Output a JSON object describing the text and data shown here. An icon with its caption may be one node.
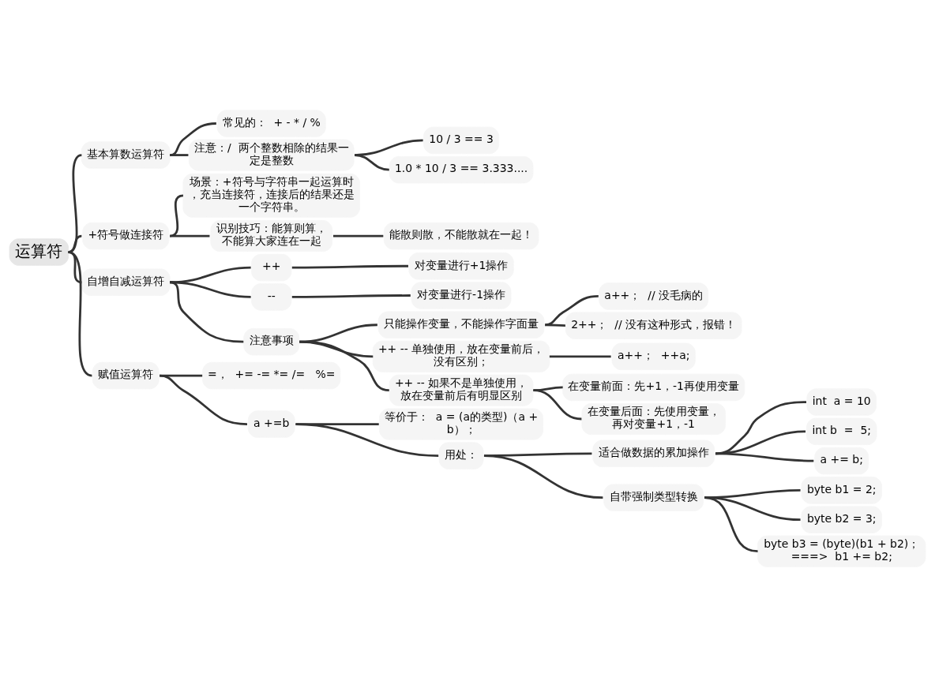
{
  "diagram": {
    "nodes": [
      {
        "text": [
          "运算符"
        ]
      },
      {
        "text": [
          "基本算数运算符"
        ]
      },
      {
        "text": [
          "常见的：  + - * / %"
        ]
      },
      {
        "text": [
          "注意：/  两个整数相除的结果一定是整数"
        ]
      },
      {
        "text": [
          "10 / 3 == 3"
        ]
      },
      {
        "text": [
          "1.0 * 10 / 3 == 3.333...."
        ]
      },
      {
        "text": [
          "+符号做连接符"
        ]
      },
      {
        "text": [
          "场景：+符号与字符串一起运算时，充当连接符，连接后的结果还是一个字符串。"
        ]
      },
      {
        "text": [
          "识别技巧：能算则算，不能算大家连在一起"
        ]
      },
      {
        "text": [
          "能散则散，不能散就在一起！"
        ]
      },
      {
        "text": [
          "自增自减运算符"
        ]
      },
      {
        "text": [
          "++"
        ]
      },
      {
        "text": [
          "对变量进行+1操作"
        ]
      },
      {
        "text": [
          "--"
        ]
      },
      {
        "text": [
          "对变量进行-1操作"
        ]
      },
      {
        "text": [
          "注意事项"
        ]
      },
      {
        "text": [
          "只能操作变量，不能操作字面量"
        ]
      },
      {
        "text": [
          "a++；  // 没毛病的"
        ]
      },
      {
        "text": [
          "2++；  // 没有这种形式，报错！"
        ]
      },
      {
        "text": [
          "++ -- 单独使用，放在变量前后，没有区别；"
        ]
      },
      {
        "text": [
          "a++；  ++a;"
        ]
      },
      {
        "text": [
          "++ -- 如果不是单独使用，放在变量前后有明显区别"
        ]
      },
      {
        "text": [
          "在变量前面：先+1，-1再使用变量"
        ]
      },
      {
        "text": [
          "在变量后面：先使用变量，再对变量+1，-1"
        ]
      },
      {
        "text": [
          "赋值运算符"
        ]
      },
      {
        "text": [
          "=，  += -= *= /=   %="
        ]
      },
      {
        "text": [
          "a +=b"
        ]
      },
      {
        "text": [
          "等价于：  a = (a的类型)（a + b）；"
        ]
      },
      {
        "text": [
          "用处："
        ]
      },
      {
        "text": [
          "适合做数据的累加操作"
        ]
      },
      {
        "text": [
          "int  a = 10"
        ]
      },
      {
        "text": [
          "int b  =  5;"
        ]
      },
      {
        "text": [
          "a += b;"
        ]
      },
      {
        "text": [
          "自带强制类型转换"
        ]
      },
      {
        "text": [
          "byte b1 = 2;"
        ]
      },
      {
        "text": [
          "byte b2 = 3;"
        ]
      },
      {
        "text": [
          "byte b3 = (byte)(b1 + b2)；  ===>  b1 += b2;"
        ]
      }
    ],
    "edges": [
      {
        "from": 0,
        "to": 1,
        "arrow": "none"
      },
      {
        "from": 1,
        "to": 2,
        "arrow": "none"
      },
      {
        "from": 1,
        "to": 3,
        "arrow": "none"
      },
      {
        "from": 3,
        "to": 4,
        "arrow": "none"
      },
      {
        "from": 3,
        "to": 5,
        "arrow": "none"
      },
      {
        "from": 0,
        "to": 6,
        "arrow": "none"
      },
      {
        "from": 6,
        "to": 7,
        "arrow": "none"
      },
      {
        "from": 6,
        "to": 8,
        "arrow": "none"
      },
      {
        "from": 8,
        "to": 9,
        "arrow": "none"
      },
      {
        "from": 0,
        "to": 10,
        "arrow": "none"
      },
      {
        "from": 10,
        "to": 11,
        "arrow": "none"
      },
      {
        "from": 11,
        "to": 12,
        "arrow": "none"
      },
      {
        "from": 10,
        "to": 13,
        "arrow": "none"
      },
      {
        "from": 13,
        "to": 14,
        "arrow": "none"
      },
      {
        "from": 10,
        "to": 15,
        "arrow": "none"
      },
      {
        "from": 15,
        "to": 16,
        "arrow": "none"
      },
      {
        "from": 16,
        "to": 17,
        "arrow": "none"
      },
      {
        "from": 16,
        "to": 18,
        "arrow": "none"
      },
      {
        "from": 15,
        "to": 19,
        "arrow": "none"
      },
      {
        "from": 19,
        "to": 20,
        "arrow": "none"
      },
      {
        "from": 15,
        "to": 21,
        "arrow": "none"
      },
      {
        "from": 21,
        "to": 22,
        "arrow": "none"
      },
      {
        "from": 21,
        "to": 23,
        "arrow": "none"
      },
      {
        "from": 0,
        "to": 24,
        "arrow": "none"
      },
      {
        "from": 24,
        "to": 25,
        "arrow": "none"
      },
      {
        "from": 24,
        "to": 26,
        "arrow": "none"
      },
      {
        "from": 26,
        "to": 27,
        "arrow": "none"
      },
      {
        "from": 26,
        "to": 28,
        "arrow": "none"
      },
      {
        "from": 28,
        "to": 29,
        "arrow": "none"
      },
      {
        "from": 29,
        "to": 30,
        "arrow": "none"
      },
      {
        "from": 29,
        "to": 31,
        "arrow": "none"
      },
      {
        "from": 29,
        "to": 32,
        "arrow": "none"
      },
      {
        "from": 28,
        "to": 33,
        "arrow": "none"
      },
      {
        "from": 33,
        "to": 34,
        "arrow": "none"
      },
      {
        "from": 33,
        "to": 35,
        "arrow": "none"
      },
      {
        "from": 33,
        "to": 36,
        "arrow": "none"
      }
    ]
  }
}
